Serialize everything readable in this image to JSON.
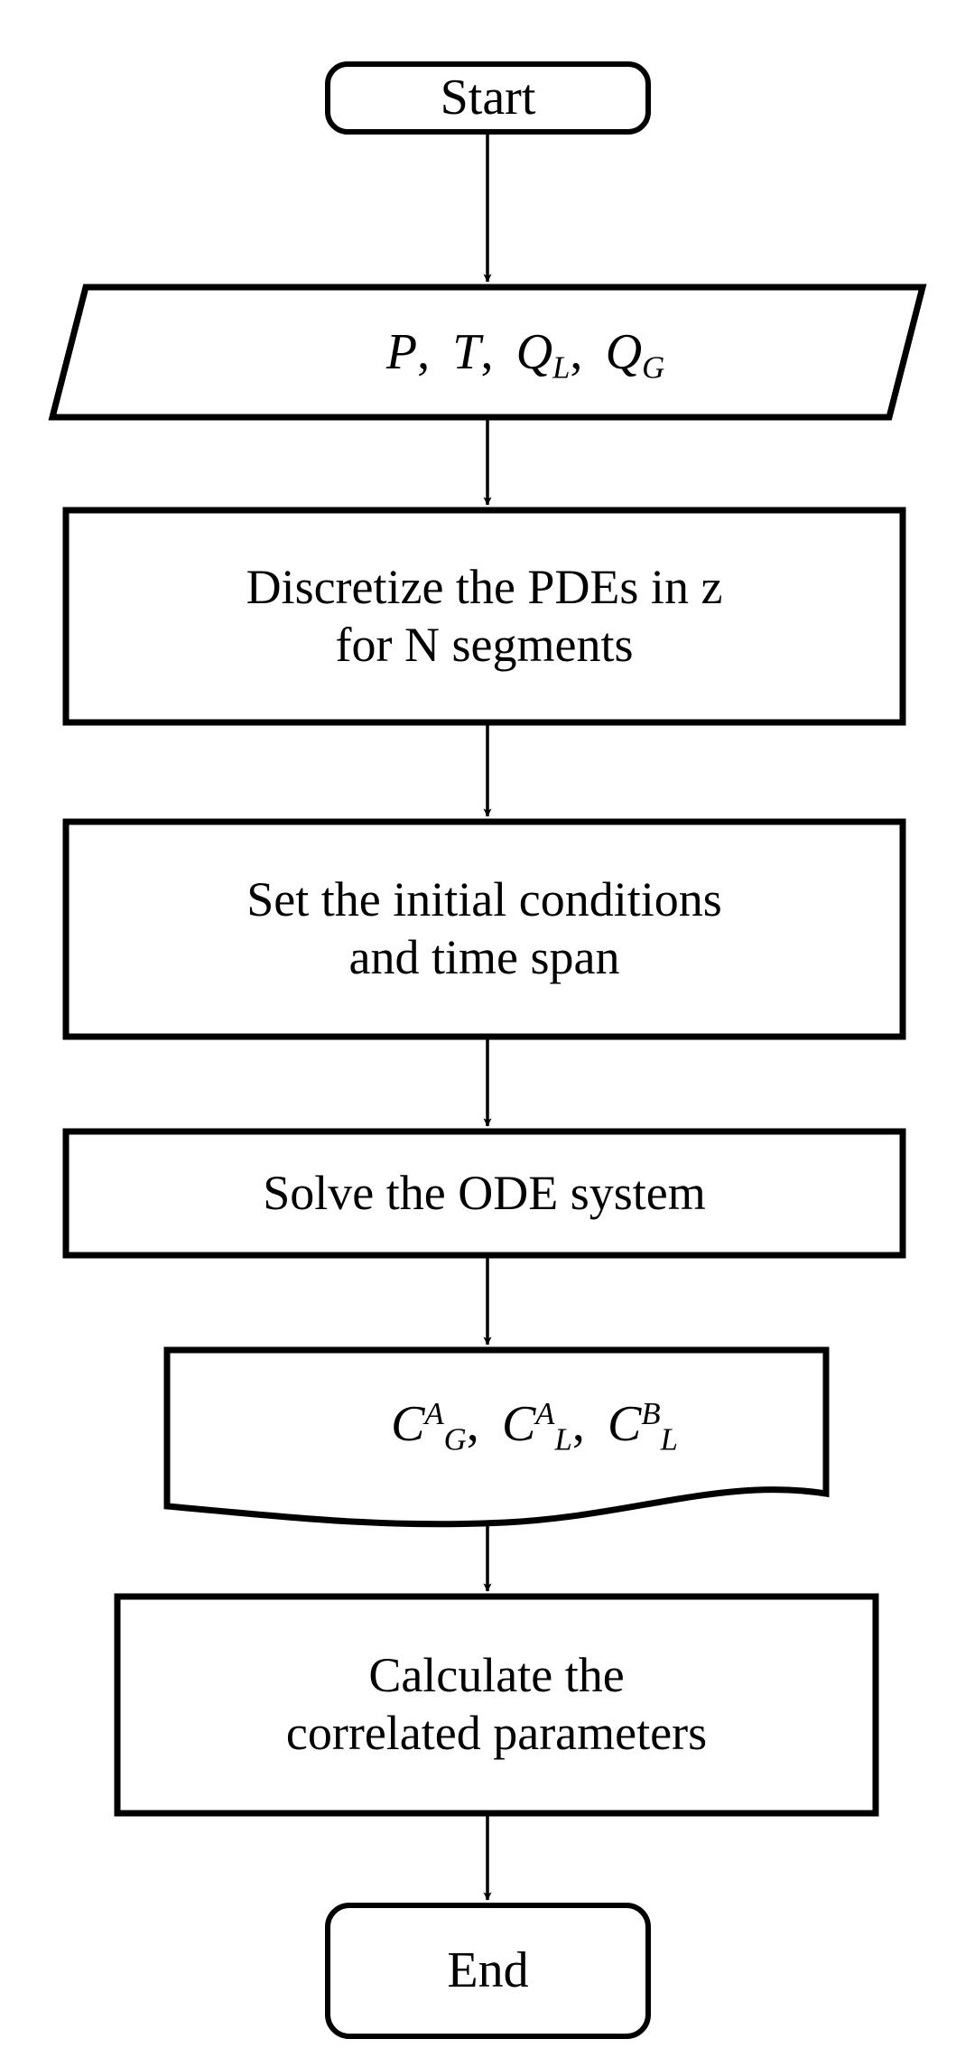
{
  "diagram": {
    "title": "Simulation procedure flowchart",
    "type": "flowchart",
    "orientation": "top-to-bottom",
    "colors": {
      "background": "#ffffff",
      "stroke": "#000000",
      "fill": "#ffffff",
      "text": "#000000"
    },
    "nodes": [
      {
        "id": "start",
        "shape": "rounded-rectangle",
        "role": "terminator",
        "label": "Start",
        "lines": [
          "Start"
        ]
      },
      {
        "id": "inputs",
        "shape": "parallelogram",
        "role": "input",
        "label": "P, T, QL, QG",
        "math": {
          "parts": [
            {
              "base": "P",
              "sub": "",
              "sup": ""
            },
            {
              "base": "T",
              "sub": "",
              "sup": ""
            },
            {
              "base": "Q",
              "sub": "L",
              "sup": ""
            },
            {
              "base": "Q",
              "sub": "G",
              "sup": ""
            }
          ],
          "separator": ", "
        }
      },
      {
        "id": "discretize",
        "shape": "rectangle",
        "role": "process",
        "label": "Discretize the PDEs in z for N segments",
        "lines": [
          "Discretize the PDEs in z",
          "for N segments"
        ],
        "italic_tokens": [
          "z"
        ]
      },
      {
        "id": "initial-conditions",
        "shape": "rectangle",
        "role": "process",
        "label": "Set the initial conditions and time span",
        "lines": [
          "Set the initial conditions",
          "and time span"
        ]
      },
      {
        "id": "solve-ode",
        "shape": "rectangle",
        "role": "process",
        "label": "Solve the ODE system",
        "lines": [
          "Solve the ODE system"
        ]
      },
      {
        "id": "results",
        "shape": "document",
        "role": "output",
        "label": "CGA, CLA, CLB",
        "math": {
          "parts": [
            {
              "base": "C",
              "sub": "G",
              "sup": "A"
            },
            {
              "base": "C",
              "sub": "L",
              "sup": "A"
            },
            {
              "base": "C",
              "sub": "L",
              "sup": "B"
            }
          ],
          "separator": ", "
        }
      },
      {
        "id": "calculate",
        "shape": "rectangle",
        "role": "process",
        "label": "Calculate the correlated parameters",
        "lines": [
          "Calculate the",
          "correlated parameters"
        ]
      },
      {
        "id": "end",
        "shape": "rounded-rectangle",
        "role": "terminator",
        "label": "End",
        "lines": [
          "End"
        ]
      }
    ],
    "edges": [
      {
        "from": "start",
        "to": "inputs",
        "label": "",
        "arrow": "down"
      },
      {
        "from": "inputs",
        "to": "discretize",
        "label": "",
        "arrow": "down"
      },
      {
        "from": "discretize",
        "to": "initial-conditions",
        "label": "",
        "arrow": "down"
      },
      {
        "from": "initial-conditions",
        "to": "solve-ode",
        "label": "",
        "arrow": "down"
      },
      {
        "from": "solve-ode",
        "to": "results",
        "label": "",
        "arrow": "down"
      },
      {
        "from": "results",
        "to": "calculate",
        "label": "",
        "arrow": "down"
      },
      {
        "from": "calculate",
        "to": "end",
        "label": "",
        "arrow": "down"
      }
    ]
  }
}
